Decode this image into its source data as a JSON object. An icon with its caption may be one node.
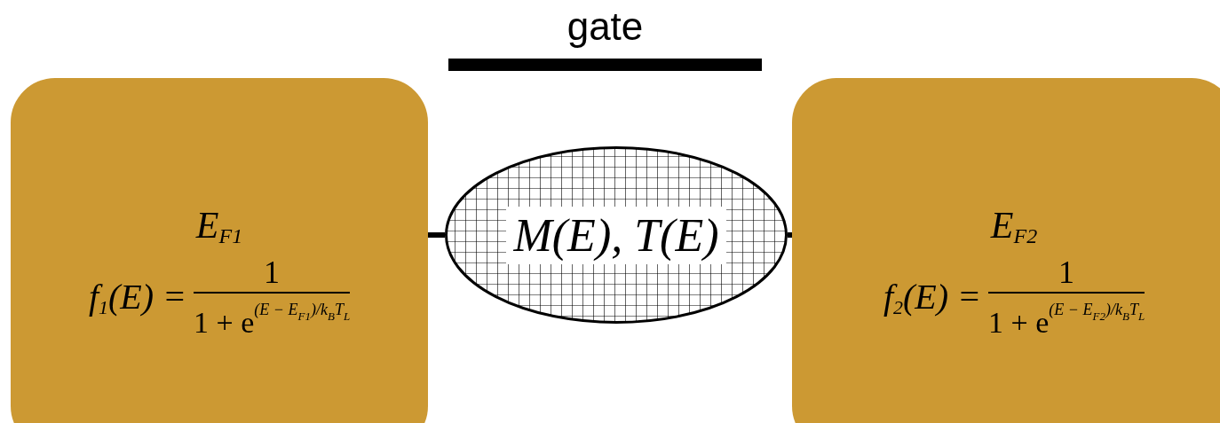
{
  "diagram": {
    "nodes": [
      {
        "text": [
          "E$_{F1}$",
          "f$_{1}$(E) =",
          "1",
          "1 + e$^{(E − E}$$_{F1}$$^{)/k}$$_{B}$$^{T}$$_{L}$"
        ]
      },
      {
        "text": [
          "M(E), T(E)"
        ]
      },
      {
        "text": [
          "E$_{F2}$",
          "f$_{2}$(E) =",
          "1",
          "1 + e$^{(E − E}$$_{F2}$$^{)/k}$$_{B}$$^{T}$$_{L}$"
        ]
      },
      {
        "text": [
          "gate"
        ]
      }
    ],
    "edges": [
      {
        "from": 0,
        "to": 1,
        "arrow": "none"
      },
      {
        "from": 1,
        "to": 2,
        "arrow": "none"
      }
    ]
  }
}
